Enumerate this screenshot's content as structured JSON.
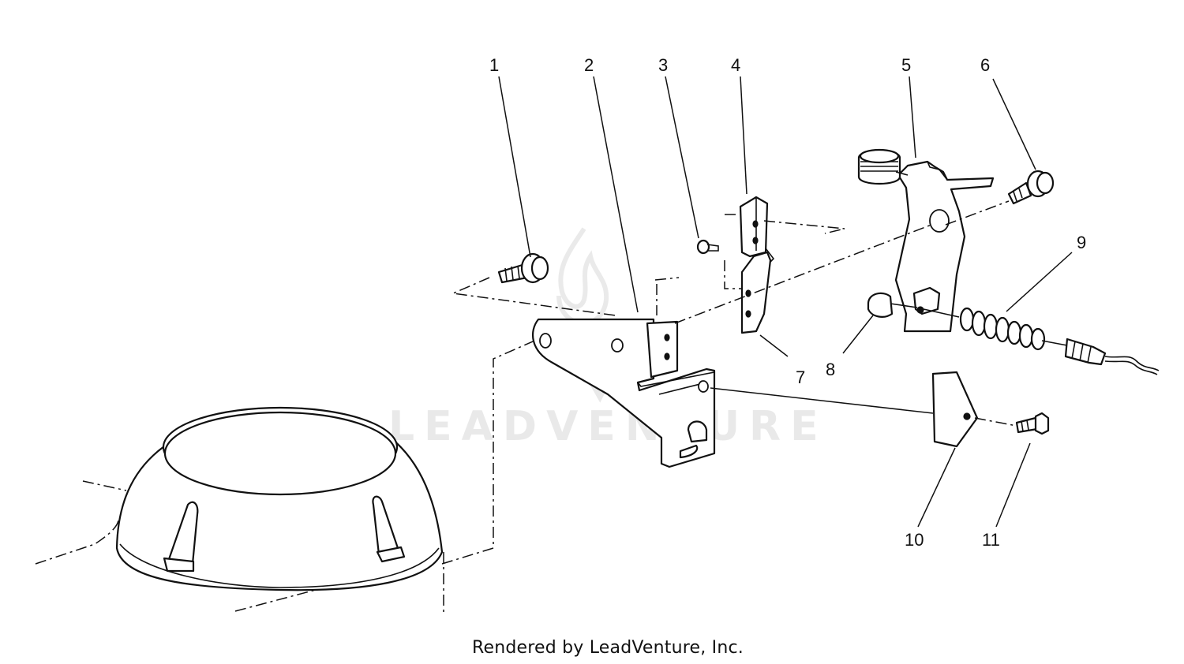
{
  "callouts": [
    {
      "id": "1",
      "label": "1"
    },
    {
      "id": "2",
      "label": "2"
    },
    {
      "id": "3",
      "label": "3"
    },
    {
      "id": "4",
      "label": "4"
    },
    {
      "id": "5",
      "label": "5"
    },
    {
      "id": "6",
      "label": "6"
    },
    {
      "id": "7",
      "label": "7"
    },
    {
      "id": "8",
      "label": "8"
    },
    {
      "id": "9",
      "label": "9"
    },
    {
      "id": "10",
      "label": "10"
    },
    {
      "id": "11",
      "label": "11"
    }
  ],
  "watermark": {
    "text": "LEADVENTURE"
  },
  "footer": {
    "text": "Rendered by LeadVenture, Inc."
  }
}
